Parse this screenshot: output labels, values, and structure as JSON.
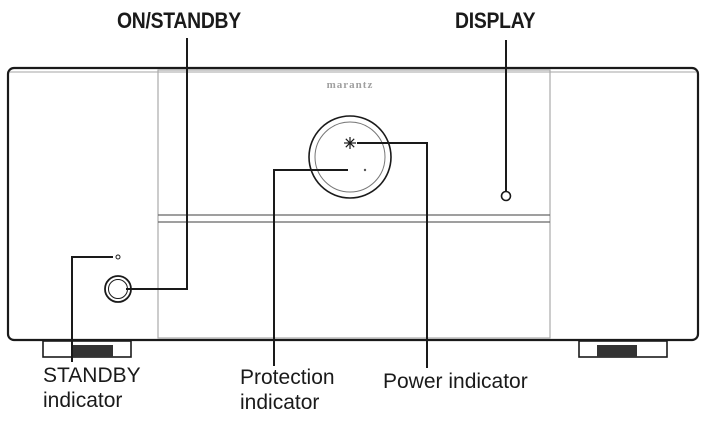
{
  "diagram": {
    "brand": "marantz",
    "callouts": {
      "on_standby": "ON/STANDBY",
      "display": "DISPLAY"
    },
    "indicators": {
      "standby_line1": "STANDBY",
      "standby_line2": "indicator",
      "protection_line1": "Protection",
      "protection_line2": "indicator",
      "power": "Power indicator"
    },
    "colors": {
      "outline": "#1a1a1a",
      "panel_edge": "#aaaaaa",
      "foot": "#333333"
    }
  }
}
